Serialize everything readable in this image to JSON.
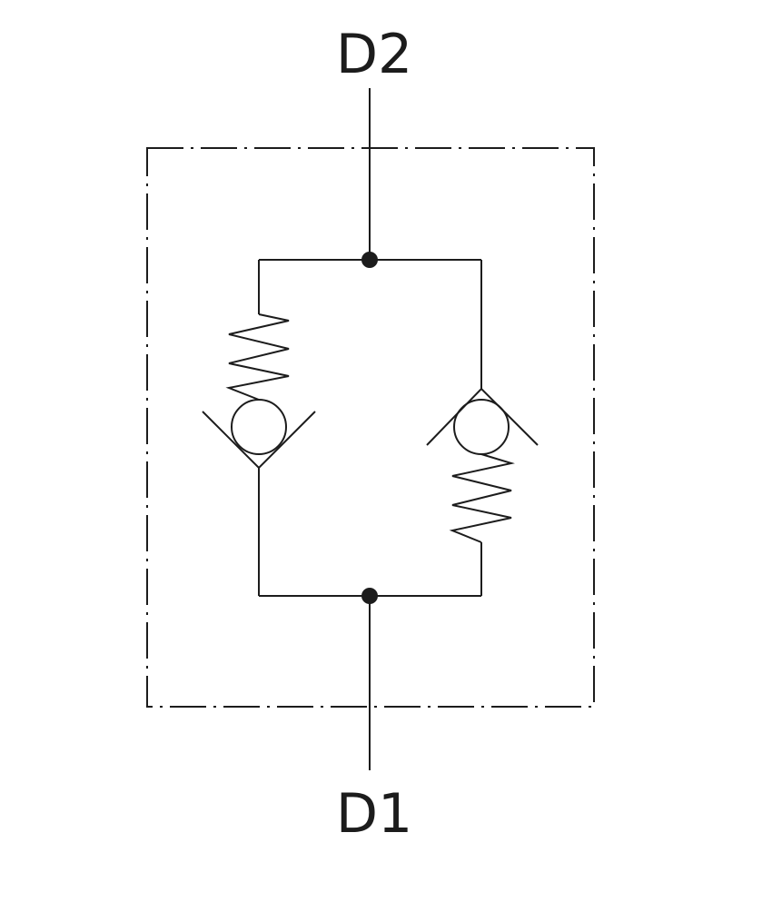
{
  "diagram": {
    "ports": {
      "top": "D2",
      "bottom": "D1"
    },
    "colors": {
      "stroke": "#1c1c1c",
      "background": "#ffffff"
    },
    "components": [
      {
        "type": "spring-loaded-check-valve",
        "position": "left",
        "spring_side": "top"
      },
      {
        "type": "spring-loaded-check-valve",
        "position": "right",
        "spring_side": "bottom"
      }
    ]
  }
}
